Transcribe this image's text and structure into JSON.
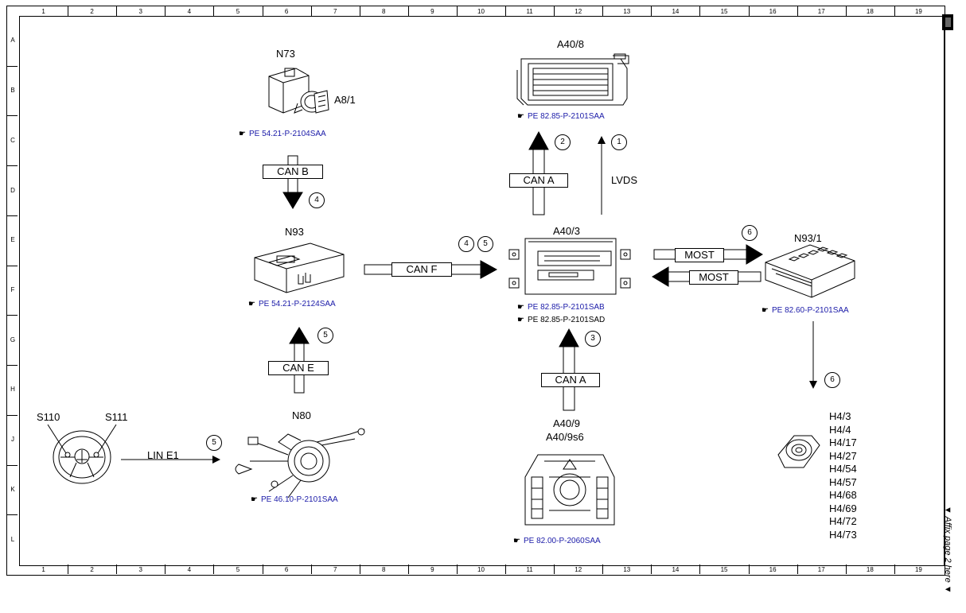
{
  "rulers": {
    "columns": [
      "1",
      "2",
      "3",
      "4",
      "5",
      "6",
      "7",
      "8",
      "9",
      "10",
      "11",
      "12",
      "13",
      "14",
      "15",
      "16",
      "17",
      "18",
      "19"
    ],
    "rows": [
      "A",
      "B",
      "C",
      "D",
      "E",
      "F",
      "G",
      "H",
      "J",
      "K",
      "L"
    ]
  },
  "components": {
    "n73": {
      "label": "N73"
    },
    "a8_1": {
      "label": "A8/1"
    },
    "a40_8": {
      "label": "A40/8"
    },
    "n93": {
      "label": "N93"
    },
    "a40_3": {
      "label": "A40/3"
    },
    "n93_1": {
      "label": "N93/1"
    },
    "s110": {
      "label": "S110"
    },
    "s111": {
      "label": "S111"
    },
    "n80": {
      "label": "N80"
    },
    "a40_9": {
      "label": "A40/9"
    },
    "a40_9s6": {
      "label": "A40/9s6"
    }
  },
  "references": {
    "n73_ref": "PE 54.21-P-2104SAA",
    "a40_8_ref": "PE 82.85-P-2101SAA",
    "n93_ref": "PE 54.21-P-2124SAA",
    "a40_3_ref_a": "PE 82.85-P-2101SAB",
    "a40_3_ref_b": "PE 82.85-P-2101SAD",
    "n93_1_ref": "PE 82.60-P-2101SAA",
    "n80_ref": "PE 46.10-P-2101SAA",
    "a40_9_ref": "PE 82.00-P-2060SAA"
  },
  "buses": {
    "can_b": "CAN B",
    "can_a_top": "CAN A",
    "lvds": "LVDS",
    "can_f": "CAN F",
    "most_out": "MOST",
    "most_in": "MOST",
    "can_e": "CAN E",
    "can_a_bottom": "CAN A",
    "lin_e1": "LIN E1"
  },
  "step_numbers": {
    "n1": "1",
    "n2": "2",
    "n3": "3",
    "n4_canb": "4",
    "n4_canf": "4",
    "n5_canf": "5",
    "n5_cane": "5",
    "n5_lin": "5",
    "n6_most": "6",
    "n6_speaker": "6"
  },
  "speakers": [
    "H4/3",
    "H4/4",
    "H4/17",
    "H4/27",
    "H4/54",
    "H4/57",
    "H4/68",
    "H4/69",
    "H4/72",
    "H4/73"
  ],
  "side_note": "▼ Affix page 2 here ▼",
  "colors": {
    "reference_link": "#1a1aa8",
    "line": "#000000"
  }
}
